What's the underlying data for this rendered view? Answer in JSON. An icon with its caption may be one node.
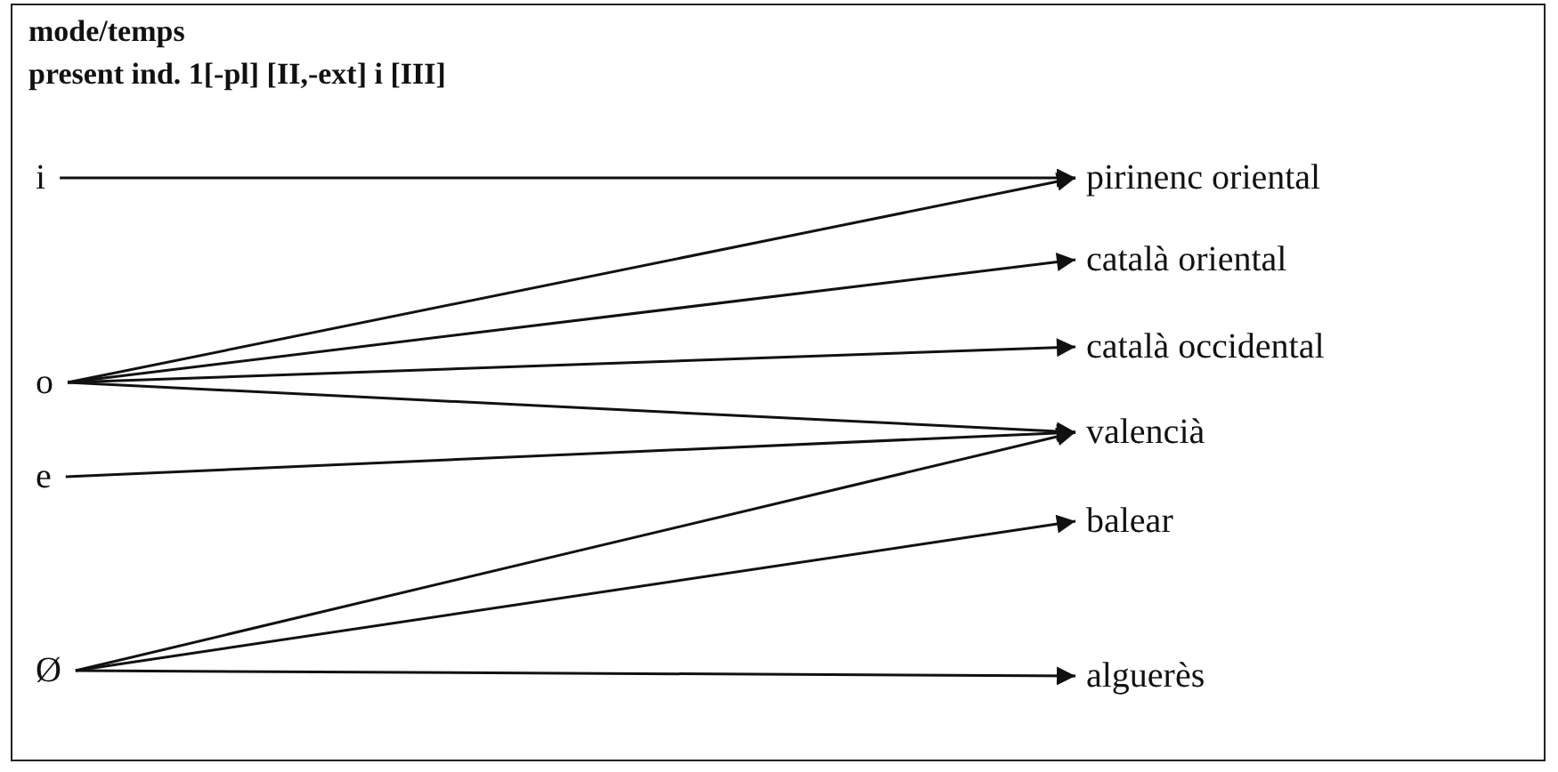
{
  "diagram": {
    "title": "mode/temps",
    "labels": [
      "present ind. 1[-pl] [II,-ext] i [III]"
    ],
    "nodes": [
      {
        "text": [
          "i"
        ]
      },
      {
        "text": [
          "o"
        ]
      },
      {
        "text": [
          "e"
        ]
      },
      {
        "text": [
          "Ø"
        ]
      },
      {
        "text": [
          "pirinenc oriental"
        ]
      },
      {
        "text": [
          "català oriental"
        ]
      },
      {
        "text": [
          "català occidental"
        ]
      },
      {
        "text": [
          "valencià"
        ]
      },
      {
        "text": [
          "balear"
        ]
      },
      {
        "text": [
          "alguerès"
        ]
      }
    ],
    "edges": [
      {
        "from": 0,
        "to": 4,
        "arrow": "to"
      },
      {
        "from": 1,
        "to": 4,
        "arrow": "to"
      },
      {
        "from": 1,
        "to": 5,
        "arrow": "to"
      },
      {
        "from": 1,
        "to": 6,
        "arrow": "to"
      },
      {
        "from": 1,
        "to": 7,
        "arrow": "to"
      },
      {
        "from": 2,
        "to": 7,
        "arrow": "to"
      },
      {
        "from": 3,
        "to": 7,
        "arrow": "to"
      },
      {
        "from": 3,
        "to": 8,
        "arrow": "to"
      },
      {
        "from": 3,
        "to": 9,
        "arrow": "to"
      }
    ]
  }
}
